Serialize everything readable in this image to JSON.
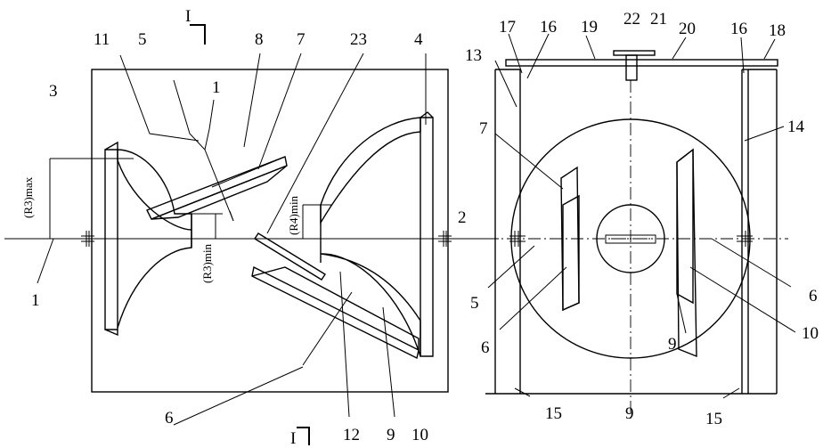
{
  "labels": {
    "l1a": "1",
    "l1b": "1",
    "l2": "2",
    "l3": "3",
    "l4": "4",
    "l5a": "5",
    "l6a": "6",
    "l7a": "7",
    "l8": "8",
    "l9a": "9",
    "l10a": "10",
    "l11": "11",
    "l12": "12",
    "l23": "23",
    "r5": "5",
    "r6a": "6",
    "r6b": "6",
    "r7": "7",
    "r9": "9",
    "r9b": "9",
    "r10": "10",
    "r13": "13",
    "r14": "14",
    "r15a": "15",
    "r15b": "15",
    "r16a": "16",
    "r16b": "16",
    "r17": "17",
    "r18": "18",
    "r19": "19",
    "r20": "20",
    "r21": "21",
    "r22": "22",
    "sec_top": "I",
    "sec_bot": "I"
  },
  "dims": {
    "r3max": "(R3)max",
    "r3min": "(R3)min",
    "r4min": "(R4)min"
  }
}
